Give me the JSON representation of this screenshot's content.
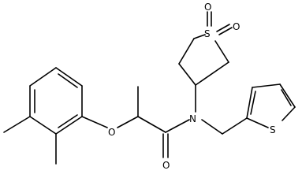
{
  "structure": {
    "atoms": {
      "ether_oxygen": "O",
      "carbonyl_oxygen": "O",
      "amide_nitrogen": "N",
      "sulfone_sulfur": "S",
      "sulfone_oxygen_1": "O",
      "sulfone_oxygen_2": "O",
      "thiophene_sulfur": "S"
    }
  }
}
